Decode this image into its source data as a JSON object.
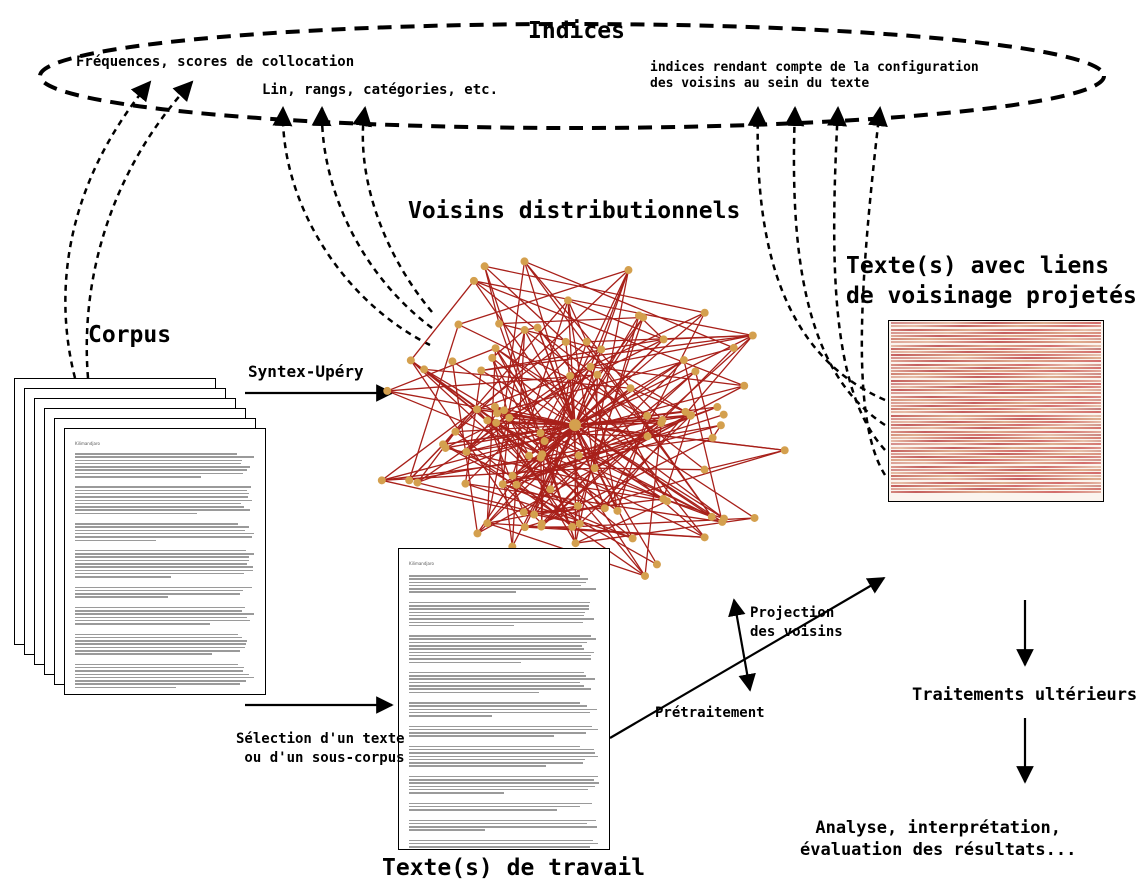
{
  "labels": {
    "indices": "Indices",
    "frequences": "Fréquences, scores de collocation",
    "lin": "Lin, rangs, catégories, etc.",
    "config": "indices rendant compte de la configuration\ndes voisins au sein du texte",
    "voisins": "Voisins distributionnels",
    "corpus": "Corpus",
    "syntex": "Syntex-Upéry",
    "projetes": "Texte(s) avec liens\nde voisinage projetés",
    "projection": "Projection\ndes voisins",
    "pretraitement": "Prétraitement",
    "selection": "Sélection d'un texte\nou d'un sous-corpus",
    "travail": "Texte(s) de travail",
    "traitements": "Traitements ultérieurs",
    "analyse": "Analyse, interprétation,\névaluation des résultats...",
    "doc_title": "Kilimandjaro"
  },
  "colors": {
    "edge": "#a8201a",
    "node": "#d4a04e",
    "ink": "#000000"
  }
}
